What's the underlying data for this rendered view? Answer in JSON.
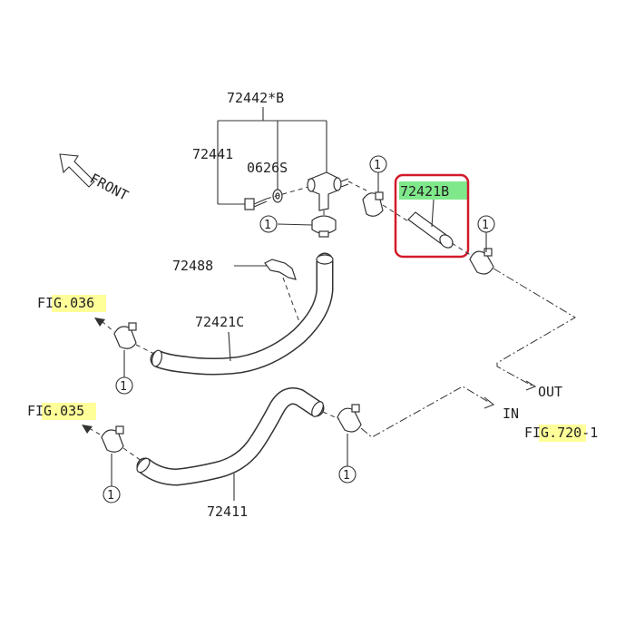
{
  "labels": {
    "part_72442b": "72442*B",
    "part_72441": "72441",
    "part_0626s": "0626S",
    "part_72421b": "72421B",
    "part_72488": "72488",
    "part_72421c": "72421C",
    "part_72411": "72411",
    "front": "FRONT",
    "out": "OUT",
    "in": "IN",
    "ref_fig036": "FIG.036",
    "ref_fig035": "FIG.035",
    "ref_fig720": "FIG.720-1",
    "callout": "1"
  },
  "colors": {
    "highlight_yellow": "#ffff99",
    "highlight_green": "#7fe88a",
    "select_box": "#d11a2a",
    "line": "#333333"
  },
  "icons": {
    "front_arrow": "arrow-up-left-icon",
    "clamp": "hose-clamp-icon"
  }
}
